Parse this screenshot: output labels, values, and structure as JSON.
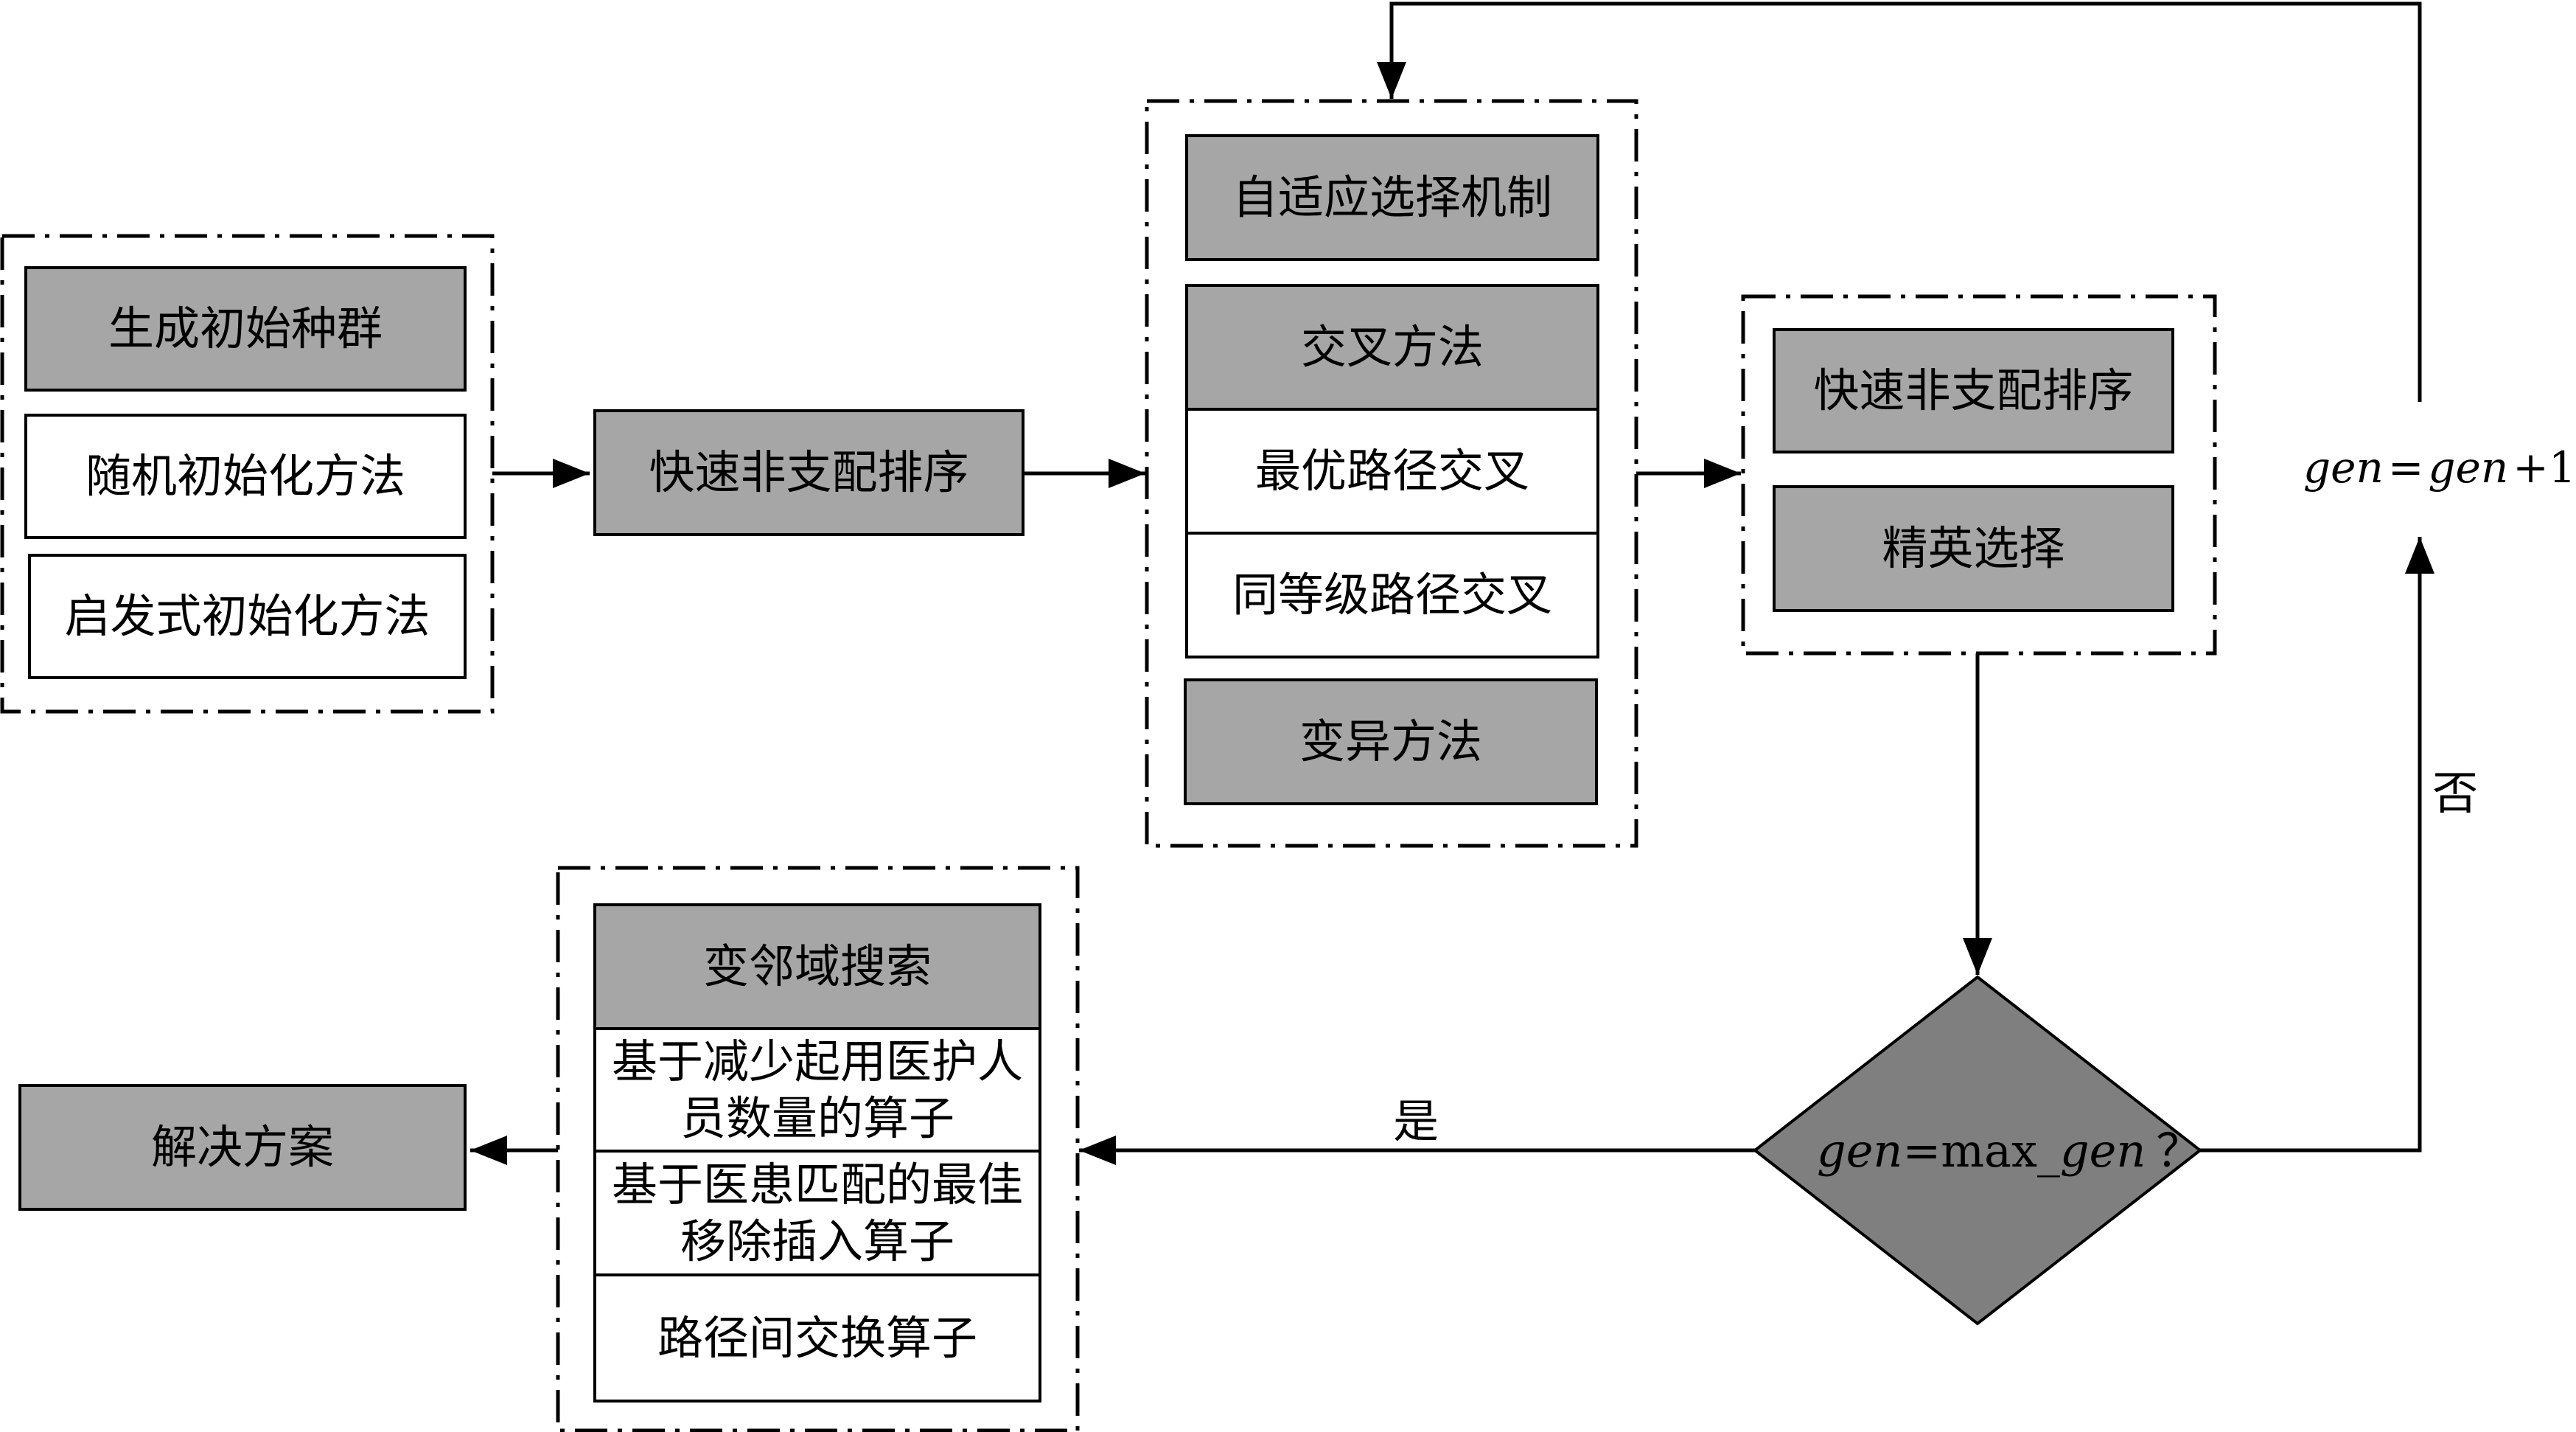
{
  "colors": {
    "box_fill": "#a6a6a6",
    "diamond_fill": "#7f7f7f",
    "line": "#000000"
  },
  "init_group": {
    "header": "生成初始种群",
    "items": [
      "随机初始化方法",
      "启发式初始化方法"
    ]
  },
  "sort1": {
    "label": "快速非支配排序"
  },
  "evo_group": {
    "header": "自适应选择机制",
    "crossover": {
      "header": "交叉方法",
      "items": [
        "最优路径交叉",
        "同等级路径交叉"
      ]
    },
    "mutation": "变异方法"
  },
  "elite_group": {
    "sort": "快速非支配排序",
    "elite": "精英选择"
  },
  "decision": {
    "var": "gen",
    "eq": "=max_",
    "var2": "gen",
    "q": "？",
    "yes": "是",
    "no": "否"
  },
  "increment": {
    "lhs": "gen",
    "eq": "=",
    "rhs": "gen",
    "plus": "+1"
  },
  "vns_group": {
    "header": "变邻域搜索",
    "items": [
      "基于减少起用医护人员数量的算子",
      "基于医患匹配的最佳移除插入算子",
      "路径间交换算子"
    ]
  },
  "solution": {
    "label": "解决方案"
  }
}
